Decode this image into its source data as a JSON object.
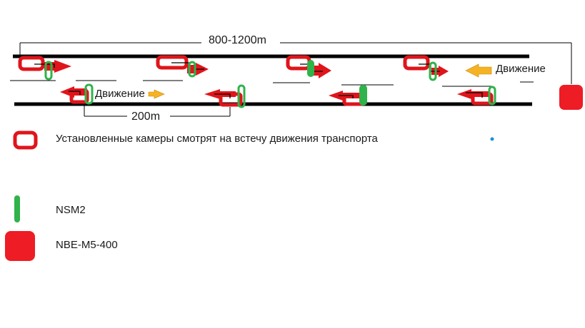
{
  "diagram": {
    "span_label": "800-1200m",
    "spacing_label": "200m",
    "traffic_label_right": "Движение",
    "traffic_label_left": "Движение"
  },
  "legend": {
    "camera": "Установленные камеры смотрят на встечу движения транспорта",
    "sensor": "NSM2",
    "gateway": "NBE-M5-400"
  },
  "colors": {
    "road": "#000000",
    "camera": "#e0141b",
    "sensor": "#2fb34a",
    "gateway": "#ee1c24",
    "traffic_arrow": "#f5b324",
    "dot": "#1e8fd6"
  }
}
